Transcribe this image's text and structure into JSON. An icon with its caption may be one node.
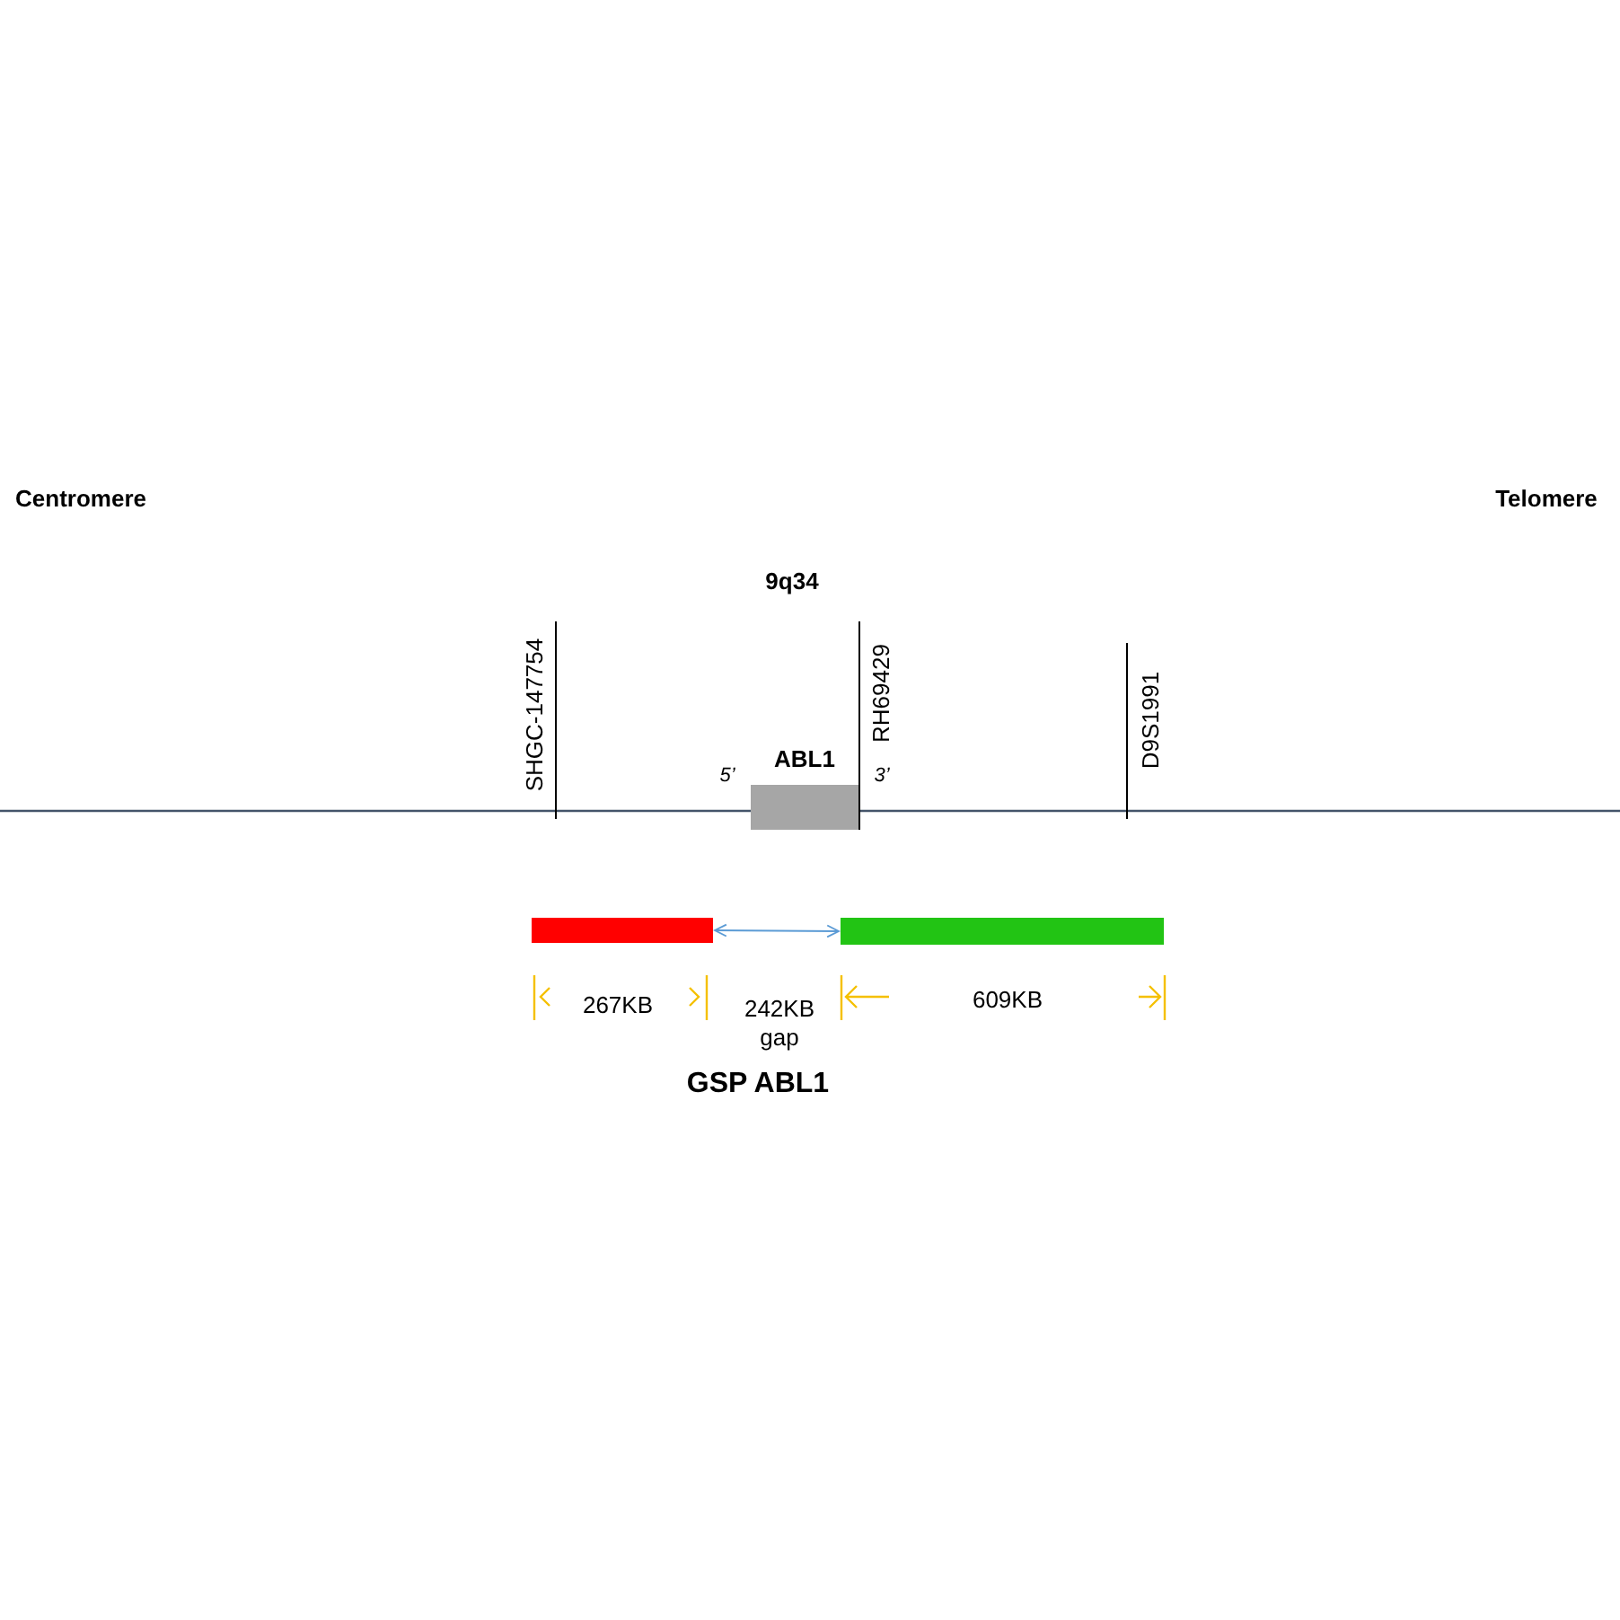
{
  "diagram": {
    "caption": "GSP ABL1",
    "nodes": [
      {
        "text": [
          "ABL1"
        ],
        "beside": [
          "5’",
          "3’"
        ]
      },
      {
        "text": [],
        "shape": "bar"
      },
      {
        "text": [],
        "shape": "bar"
      }
    ],
    "edges": [
      {
        "from": 1,
        "to": 2,
        "arrow": "both",
        "color": "#5b9bd5"
      }
    ],
    "labels": [
      "Centromere",
      "Telomere",
      "9q34",
      "SHGC-147754",
      "RH69429",
      "D9S1991",
      "267KB",
      "242KB gap",
      "609KB"
    ]
  }
}
